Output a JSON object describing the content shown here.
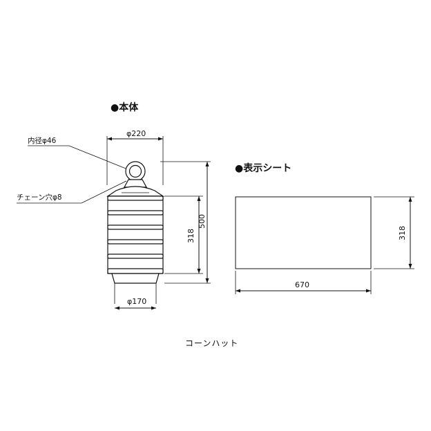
{
  "sections": {
    "body_title": "●本体",
    "sheet_title": "●表示シート"
  },
  "body_dims": {
    "top_diameter": "φ220",
    "inner_diameter": "内径φ46",
    "chain_hole": "チェーン穴φ8",
    "band_height": "318",
    "total_height": "500",
    "bottom_diameter": "φ170"
  },
  "sheet_dims": {
    "height": "318",
    "width": "670"
  },
  "caption": "コーンハット"
}
